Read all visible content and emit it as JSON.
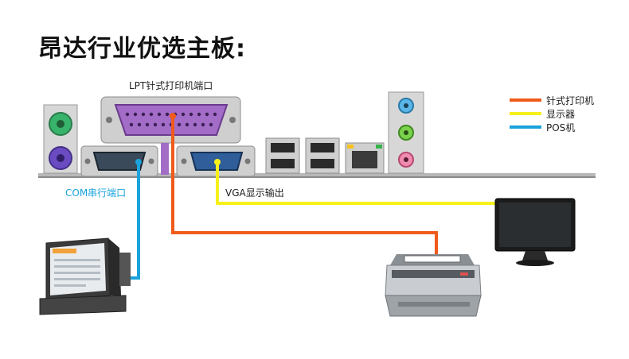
{
  "title": "昂达行业优选主板:",
  "labels": {
    "lpt": "LPT针式打印机端口",
    "com": "COM串行端口",
    "vga": "VGA显示输出"
  },
  "legend": [
    {
      "label": "针式打印机",
      "color": "#f05a1a"
    },
    {
      "label": "显示器",
      "color": "#f7f01b"
    },
    {
      "label": "POS机",
      "color": "#1aa3dc"
    }
  ]
}
